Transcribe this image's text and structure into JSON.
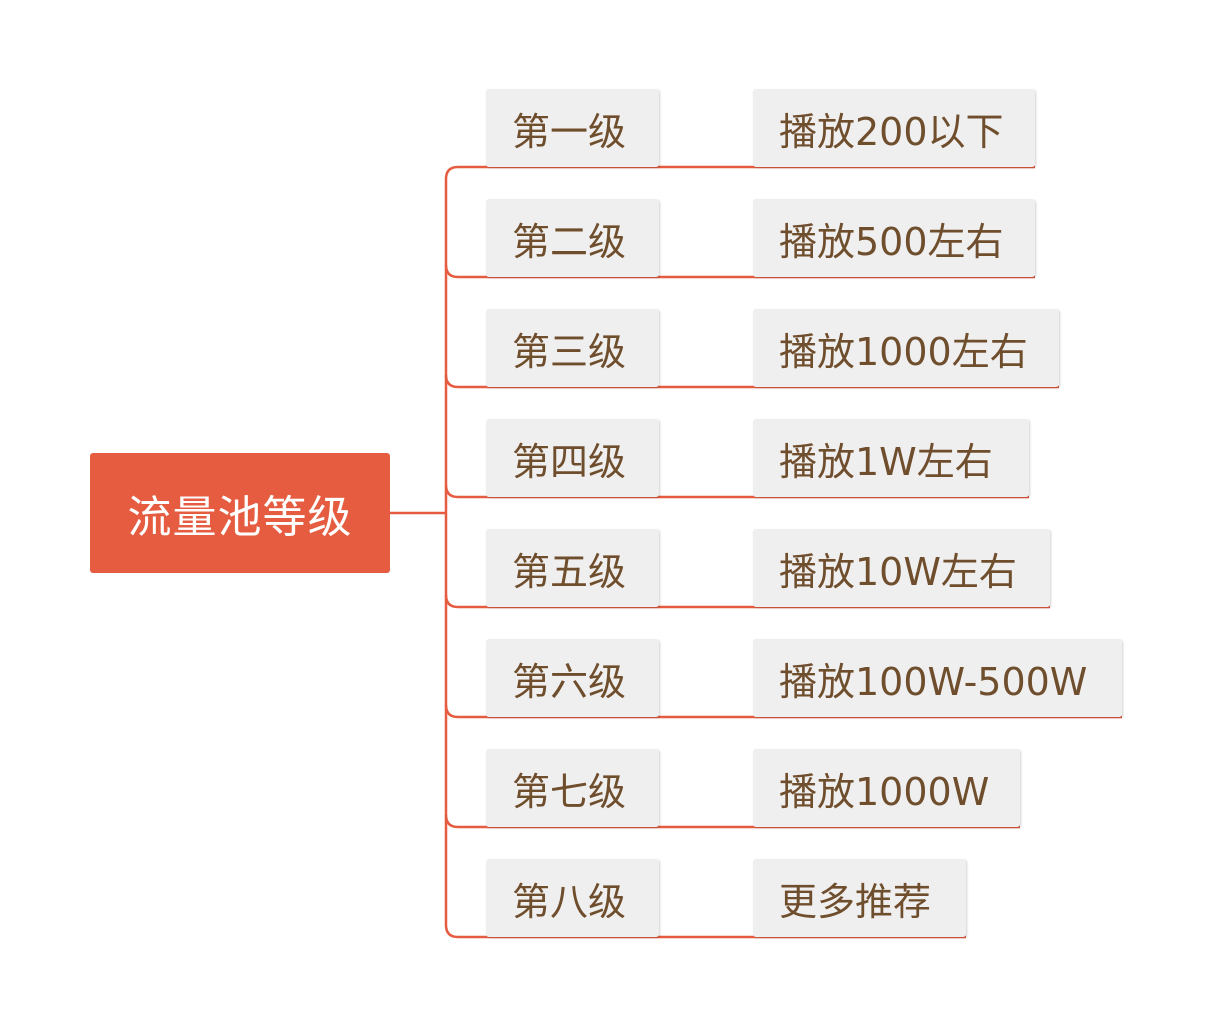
{
  "root": {
    "label": "流量池等级"
  },
  "branches": [
    {
      "level": "第一级",
      "detail": "播放200以下"
    },
    {
      "level": "第二级",
      "detail": "播放500左右"
    },
    {
      "level": "第三级",
      "detail": "播放1000左右"
    },
    {
      "level": "第四级",
      "detail": "播放1W左右"
    },
    {
      "level": "第五级",
      "detail": "播放10W左右"
    },
    {
      "level": "第六级",
      "detail": "播放100W-500W"
    },
    {
      "level": "第七级",
      "detail": "播放1000W"
    },
    {
      "level": "第八级",
      "detail": "更多推荐"
    }
  ],
  "colors": {
    "accent": "#e65c40",
    "node_background": "#f0efef",
    "node_text": "#6f4e2d",
    "root_text": "#ffffff"
  }
}
